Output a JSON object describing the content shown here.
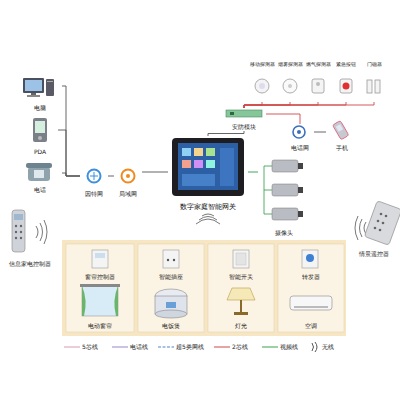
{
  "diagram": {
    "nodes": [
      {
        "text": [
          "电脑"
        ]
      },
      {
        "text": [
          "PDA"
        ]
      },
      {
        "text": [
          "电话"
        ]
      },
      {
        "text": [
          "因特网"
        ]
      },
      {
        "text": [
          "局域网"
        ]
      },
      {
        "text": [
          "数字家庭智能网关"
        ]
      },
      {
        "text": [
          "移动探测器"
        ]
      },
      {
        "text": [
          "烟雾探测器"
        ]
      },
      {
        "text": [
          "燃气探测器"
        ]
      },
      {
        "text": [
          "紧急按钮"
        ]
      },
      {
        "text": [
          "门磁器"
        ]
      },
      {
        "text": [
          "安防模块"
        ]
      },
      {
        "text": [
          "电话网"
        ]
      },
      {
        "text": [
          "手机"
        ]
      },
      {
        "text": [
          "摄像头"
        ]
      },
      {
        "text": [
          "信息家电控制器"
        ]
      },
      {
        "text": [
          "情景遥控器"
        ]
      },
      {
        "text": [
          "窗帘控制器"
        ]
      },
      {
        "text": [
          "电动窗帘"
        ]
      },
      {
        "text": [
          "智能插座"
        ]
      },
      {
        "text": [
          "电饭煲"
        ]
      },
      {
        "text": [
          "智能开关"
        ]
      },
      {
        "text": [
          "灯光"
        ]
      },
      {
        "text": [
          "转发器"
        ]
      },
      {
        "text": [
          "空调"
        ]
      }
    ],
    "edges": [
      {
        "from": 0,
        "to": 3,
        "arrow": "none"
      },
      {
        "from": 1,
        "to": 3,
        "arrow": "none"
      },
      {
        "from": 2,
        "to": 3,
        "arrow": "none"
      },
      {
        "from": 3,
        "to": 4,
        "arrow": "none"
      },
      {
        "from": 4,
        "to": 5,
        "arrow": "none"
      },
      {
        "from": 5,
        "to": 11,
        "arrow": "none"
      },
      {
        "from": 11,
        "to": 6,
        "arrow": "none"
      },
      {
        "from": 11,
        "to": 7,
        "arrow": "none"
      },
      {
        "from": 11,
        "to": 8,
        "arrow": "none"
      },
      {
        "from": 11,
        "to": 9,
        "arrow": "none"
      },
      {
        "from": 11,
        "to": 10,
        "arrow": "none"
      },
      {
        "from": 11,
        "to": 12,
        "arrow": "none"
      },
      {
        "from": 12,
        "to": 13,
        "arrow": "none"
      },
      {
        "from": 5,
        "to": 14,
        "arrow": "none"
      }
    ],
    "legend": [
      {
        "text": "5芯线"
      },
      {
        "text": "电话线"
      },
      {
        "text": "超5类网线"
      },
      {
        "text": "2芯线"
      },
      {
        "text": "视频线"
      },
      {
        "text": "无线"
      }
    ]
  }
}
